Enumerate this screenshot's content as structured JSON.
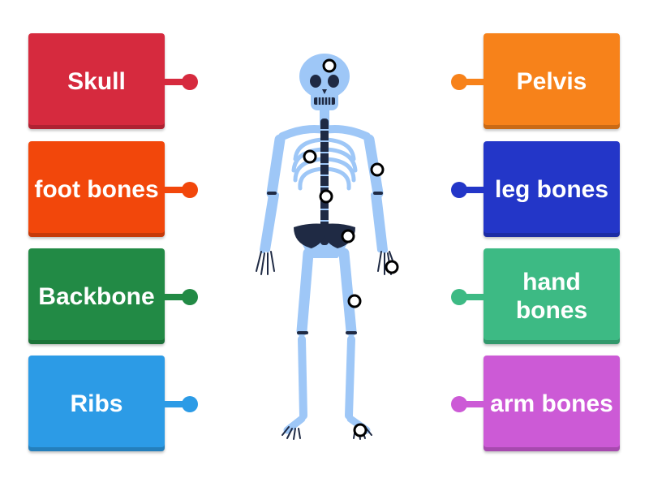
{
  "left_tiles": [
    {
      "label": "Skull",
      "color": "#d62a3e"
    },
    {
      "label": "foot bones",
      "color": "#f2470b"
    },
    {
      "label": "Backbone",
      "color": "#228a45"
    },
    {
      "label": "Ribs",
      "color": "#2c9be6"
    }
  ],
  "right_tiles": [
    {
      "label": "Pelvis",
      "color": "#f7821a"
    },
    {
      "label": "leg bones",
      "color": "#2336c8"
    },
    {
      "label": "hand bones",
      "color": "#3dba84"
    },
    {
      "label": "arm bones",
      "color": "#cc5ad6"
    }
  ],
  "skeleton": {
    "bone_color": "#9ec7f7",
    "dark_color": "#1f2a44",
    "drop_targets_count": 8
  }
}
